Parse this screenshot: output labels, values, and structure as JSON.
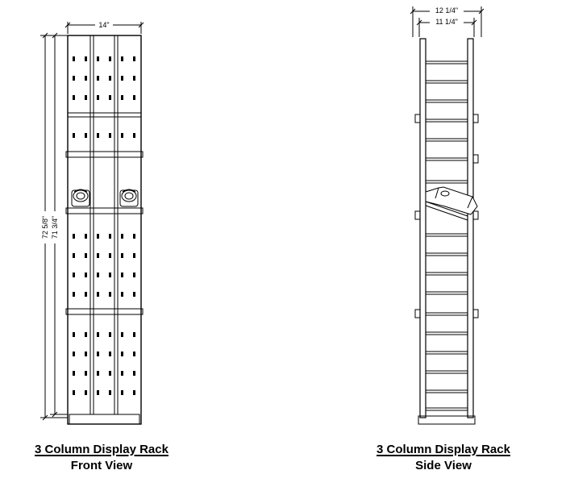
{
  "front_view": {
    "width_dim": "14\"",
    "height_outer_dim": "72 5/8\"",
    "height_inner_dim": "71 3/4\"",
    "caption_title": "3 Column Display Rack",
    "caption_subtitle": "Front View"
  },
  "side_view": {
    "depth_outer_dim": "12 1/4\"",
    "depth_inner_dim": "11 1/4\"",
    "caption_title": "3 Column Display Rack",
    "caption_subtitle": "Side View"
  }
}
